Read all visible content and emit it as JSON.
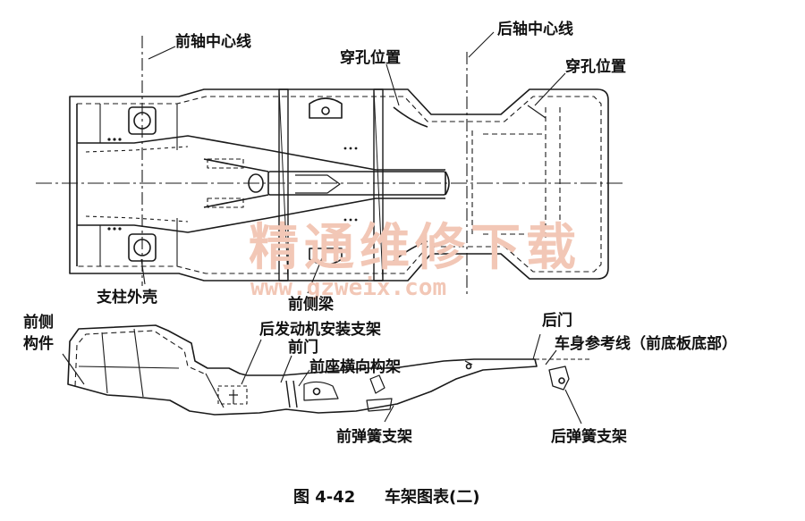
{
  "labels": {
    "front_axle_centerline": "前轴中心线",
    "rear_axle_centerline": "后轴中心线",
    "hole_position_1": "穿孔位置",
    "hole_position_2": "穿孔位置",
    "strut_housing": "支柱外壳",
    "front_side_rail": "前侧梁",
    "front_side_member_line1": "前侧",
    "front_side_member_line2": "构件",
    "rear_engine_mount_bracket": "后发动机安装支架",
    "front_door": "前门",
    "front_seat_crossmember": "前座横向构架",
    "rear_door": "后门",
    "body_reference_line": "车身参考线（前底板底部）",
    "front_spring_bracket": "前弹簧支架",
    "rear_spring_bracket": "后弹簧支架"
  },
  "watermark": {
    "text": "精通维修下载",
    "url": "www.gzweix.com"
  },
  "caption": {
    "figure_number": "图 4-42",
    "title": "车架图表(二)"
  }
}
